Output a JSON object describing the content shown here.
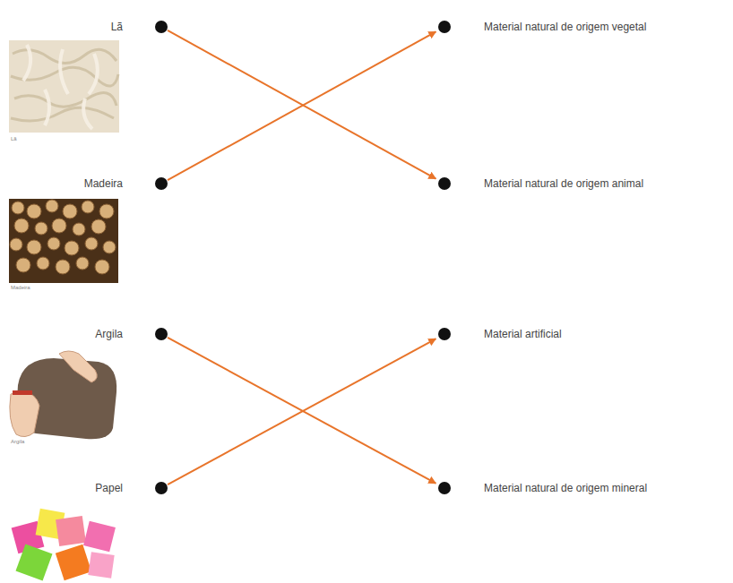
{
  "diagram": {
    "nodes": [
      {
        "text": [
          "Lã"
        ]
      },
      {
        "text": [
          "Material natural de origem vegetal"
        ]
      },
      {
        "text": [
          "Madeira"
        ]
      },
      {
        "text": [
          "Material natural de origem animal"
        ]
      },
      {
        "text": [
          "Argila"
        ]
      },
      {
        "text": [
          "Material artificial"
        ]
      },
      {
        "text": [
          "Papel"
        ]
      },
      {
        "text": [
          "Material natural de origem mineral"
        ]
      }
    ],
    "edges": [
      {
        "from": 0,
        "to": 3,
        "arrow": "to"
      },
      {
        "from": 2,
        "to": 1,
        "arrow": "to"
      },
      {
        "from": 4,
        "to": 7,
        "arrow": "to"
      },
      {
        "from": 6,
        "to": 5,
        "arrow": "to"
      }
    ],
    "labels": [
      "Lã",
      "Madeira",
      "Argila"
    ]
  }
}
